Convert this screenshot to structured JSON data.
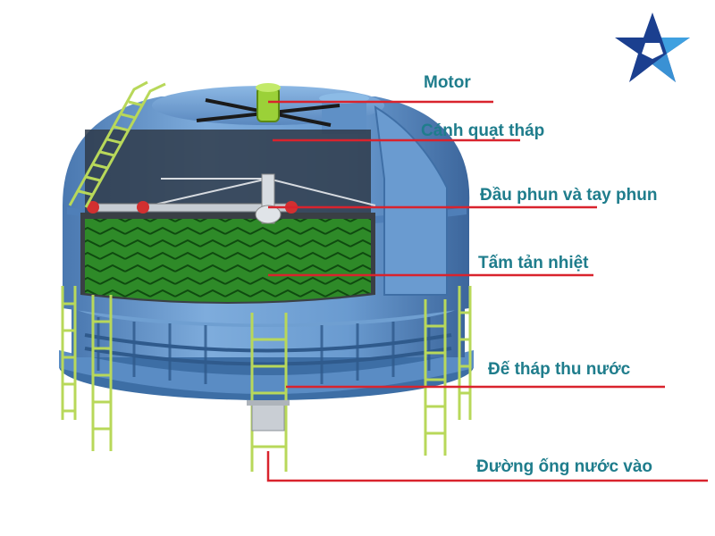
{
  "labels": {
    "motor": "Motor",
    "fan_blade": "Cánh quạt tháp",
    "spray_head": "Đầu phun và tay phun",
    "fill_sheet": "Tấm tản nhiệt",
    "basin": "Đế tháp thu nước",
    "inlet_pipe": "Đường ống nước vào"
  },
  "colors": {
    "label_text": "#1f7d8c",
    "leader_line": "#d9232d",
    "tower_body": "#6f9fd1",
    "tower_dark": "#3f6fa6",
    "fill_media": "#2f8a2a",
    "ladder": "#b8d85a",
    "logo_navy": "#1b3f8f",
    "logo_light": "#3fa0e0"
  },
  "logo": {
    "icon": "star-logo-icon"
  }
}
